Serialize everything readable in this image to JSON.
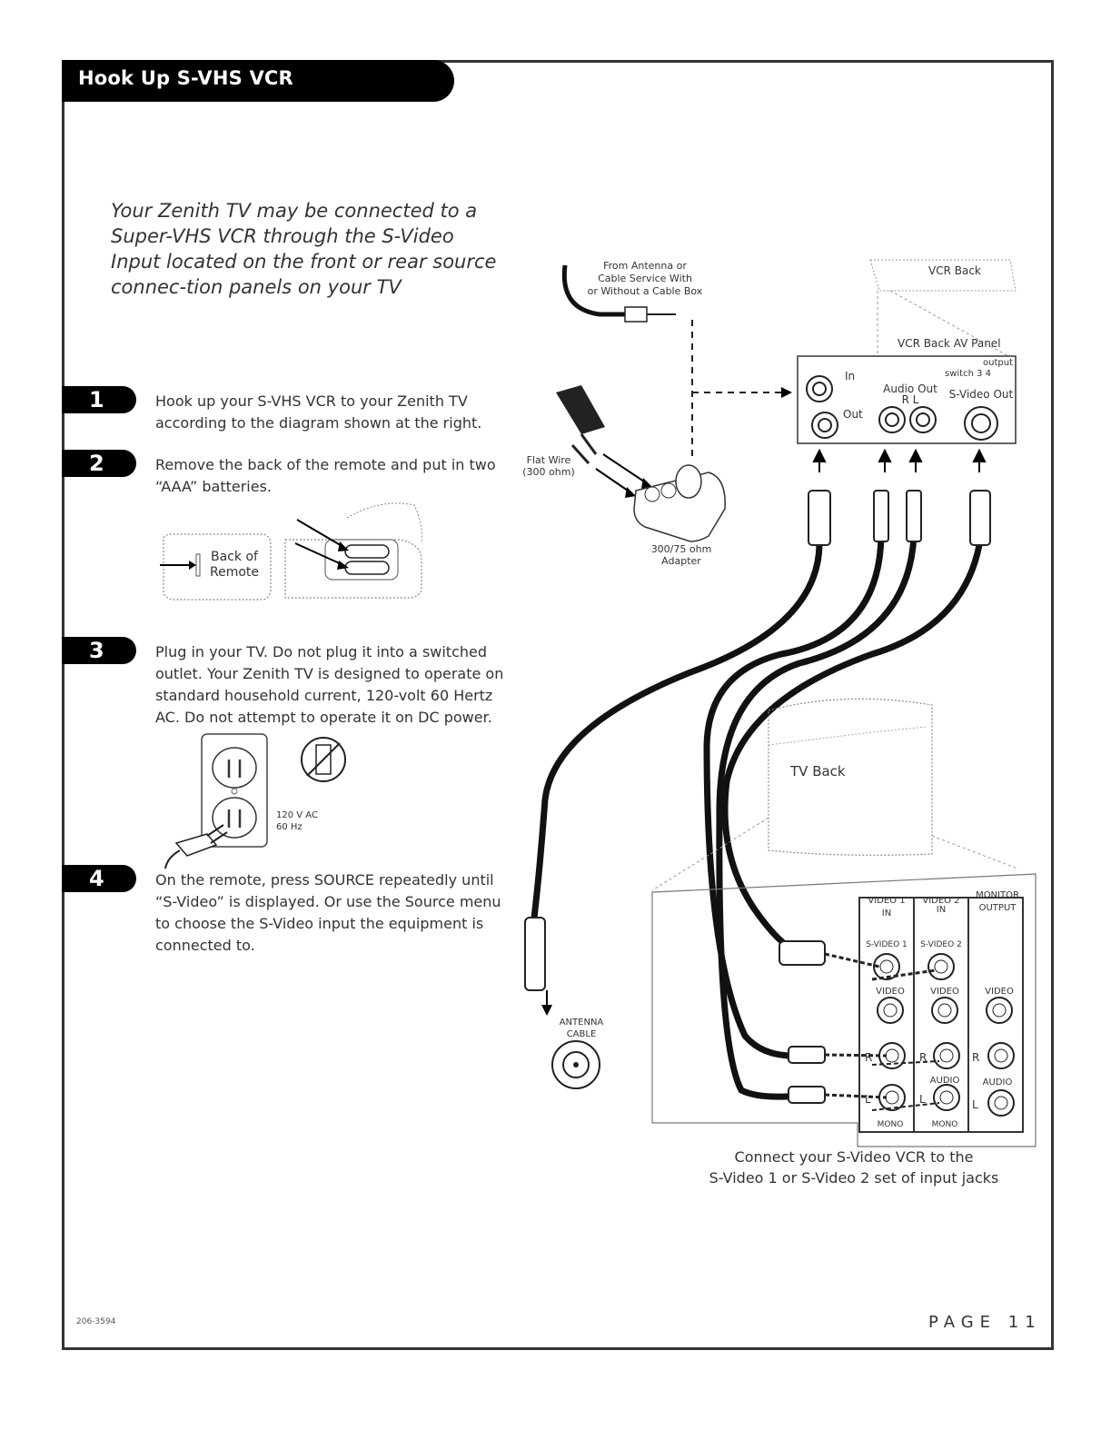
{
  "header": {
    "title": "Hook Up S-VHS VCR"
  },
  "intro": "Your Zenith TV may be connected to a Super-VHS VCR through the S-Video Input located on the front or rear source connec-tion panels on your TV",
  "steps": [
    {
      "number": "1",
      "text": "Hook up your S-VHS VCR to your Zenith TV according to the diagram shown at the right."
    },
    {
      "number": "2",
      "text": "Remove the back of the remote and put in two “AAA” batteries."
    },
    {
      "number": "3",
      "text": "Plug in your TV. Do not plug it into a switched outlet. Your Zenith TV is designed to operate on standard household current, 120-volt 60 Hertz AC. Do not attempt to operate it on DC power."
    },
    {
      "number": "4",
      "text": "On the remote, press SOURCE repeatedly until “S-Video” is displayed. Or use the Source menu to choose the S-Video input the equipment is connected to."
    }
  ],
  "remote_illustration": {
    "label_line1": "Back of",
    "label_line2": "Remote"
  },
  "outlet_illustration": {
    "voltage": "120 V AC",
    "frequency": "60 Hz"
  },
  "diagram": {
    "antenna_source": [
      "From Antenna or",
      "Cable Service With",
      "or Without a Cable Box"
    ],
    "flat_wire": [
      "Flat Wire",
      "(300 ohm)"
    ],
    "adapter": [
      "300/75 ohm",
      "Adapter"
    ],
    "vcr_back": "VCR Back",
    "vcr_av_panel": "VCR Back AV Panel",
    "vcr_in": "In",
    "vcr_out": "Out",
    "audio_out": "Audio Out",
    "audio_rl": "R   L",
    "svideo_out": "S-Video Out",
    "output_switch": [
      "output",
      "switch 3  4"
    ],
    "tv_back": "TV Back",
    "antenna_cable": [
      "ANTENNA",
      "CABLE"
    ],
    "panel": {
      "col1_header": [
        "VIDEO 1",
        "IN"
      ],
      "col2_header": [
        "VIDEO 2",
        "IN"
      ],
      "col3_header": [
        "MONITOR",
        "OUTPUT"
      ],
      "svideo1": "S-VIDEO 1",
      "svideo2": "S-VIDEO 2",
      "video": "VIDEO",
      "audio": "AUDIO",
      "mono": "MONO",
      "r": "R",
      "l": "L"
    }
  },
  "caption": [
    "Connect your S-Video VCR to the",
    "S-Video 1 or S-Video 2 set of input jacks"
  ],
  "footer": {
    "code": "206-3594",
    "page": "PAGE 11"
  }
}
